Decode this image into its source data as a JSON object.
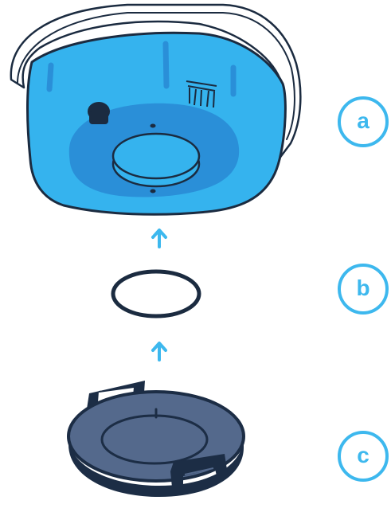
{
  "colors": {
    "accent": "#3db8ee",
    "housing_blue": "#35b3ee",
    "housing_dark_blue": "#2a8fd8",
    "outline": "#1b2b40",
    "cap_fill": "#54698c",
    "cap_dark": "#1c2d45"
  },
  "parts": [
    {
      "id": "a",
      "label": "a",
      "description_icon": "housing-underside"
    },
    {
      "id": "b",
      "label": "b",
      "description_icon": "o-ring"
    },
    {
      "id": "c",
      "label": "c",
      "description_icon": "retaining-cap"
    }
  ],
  "arrows": [
    {
      "from": "b",
      "to": "a",
      "icon": "arrow-up-icon"
    },
    {
      "from": "c",
      "to": "b",
      "icon": "arrow-up-icon"
    }
  ]
}
